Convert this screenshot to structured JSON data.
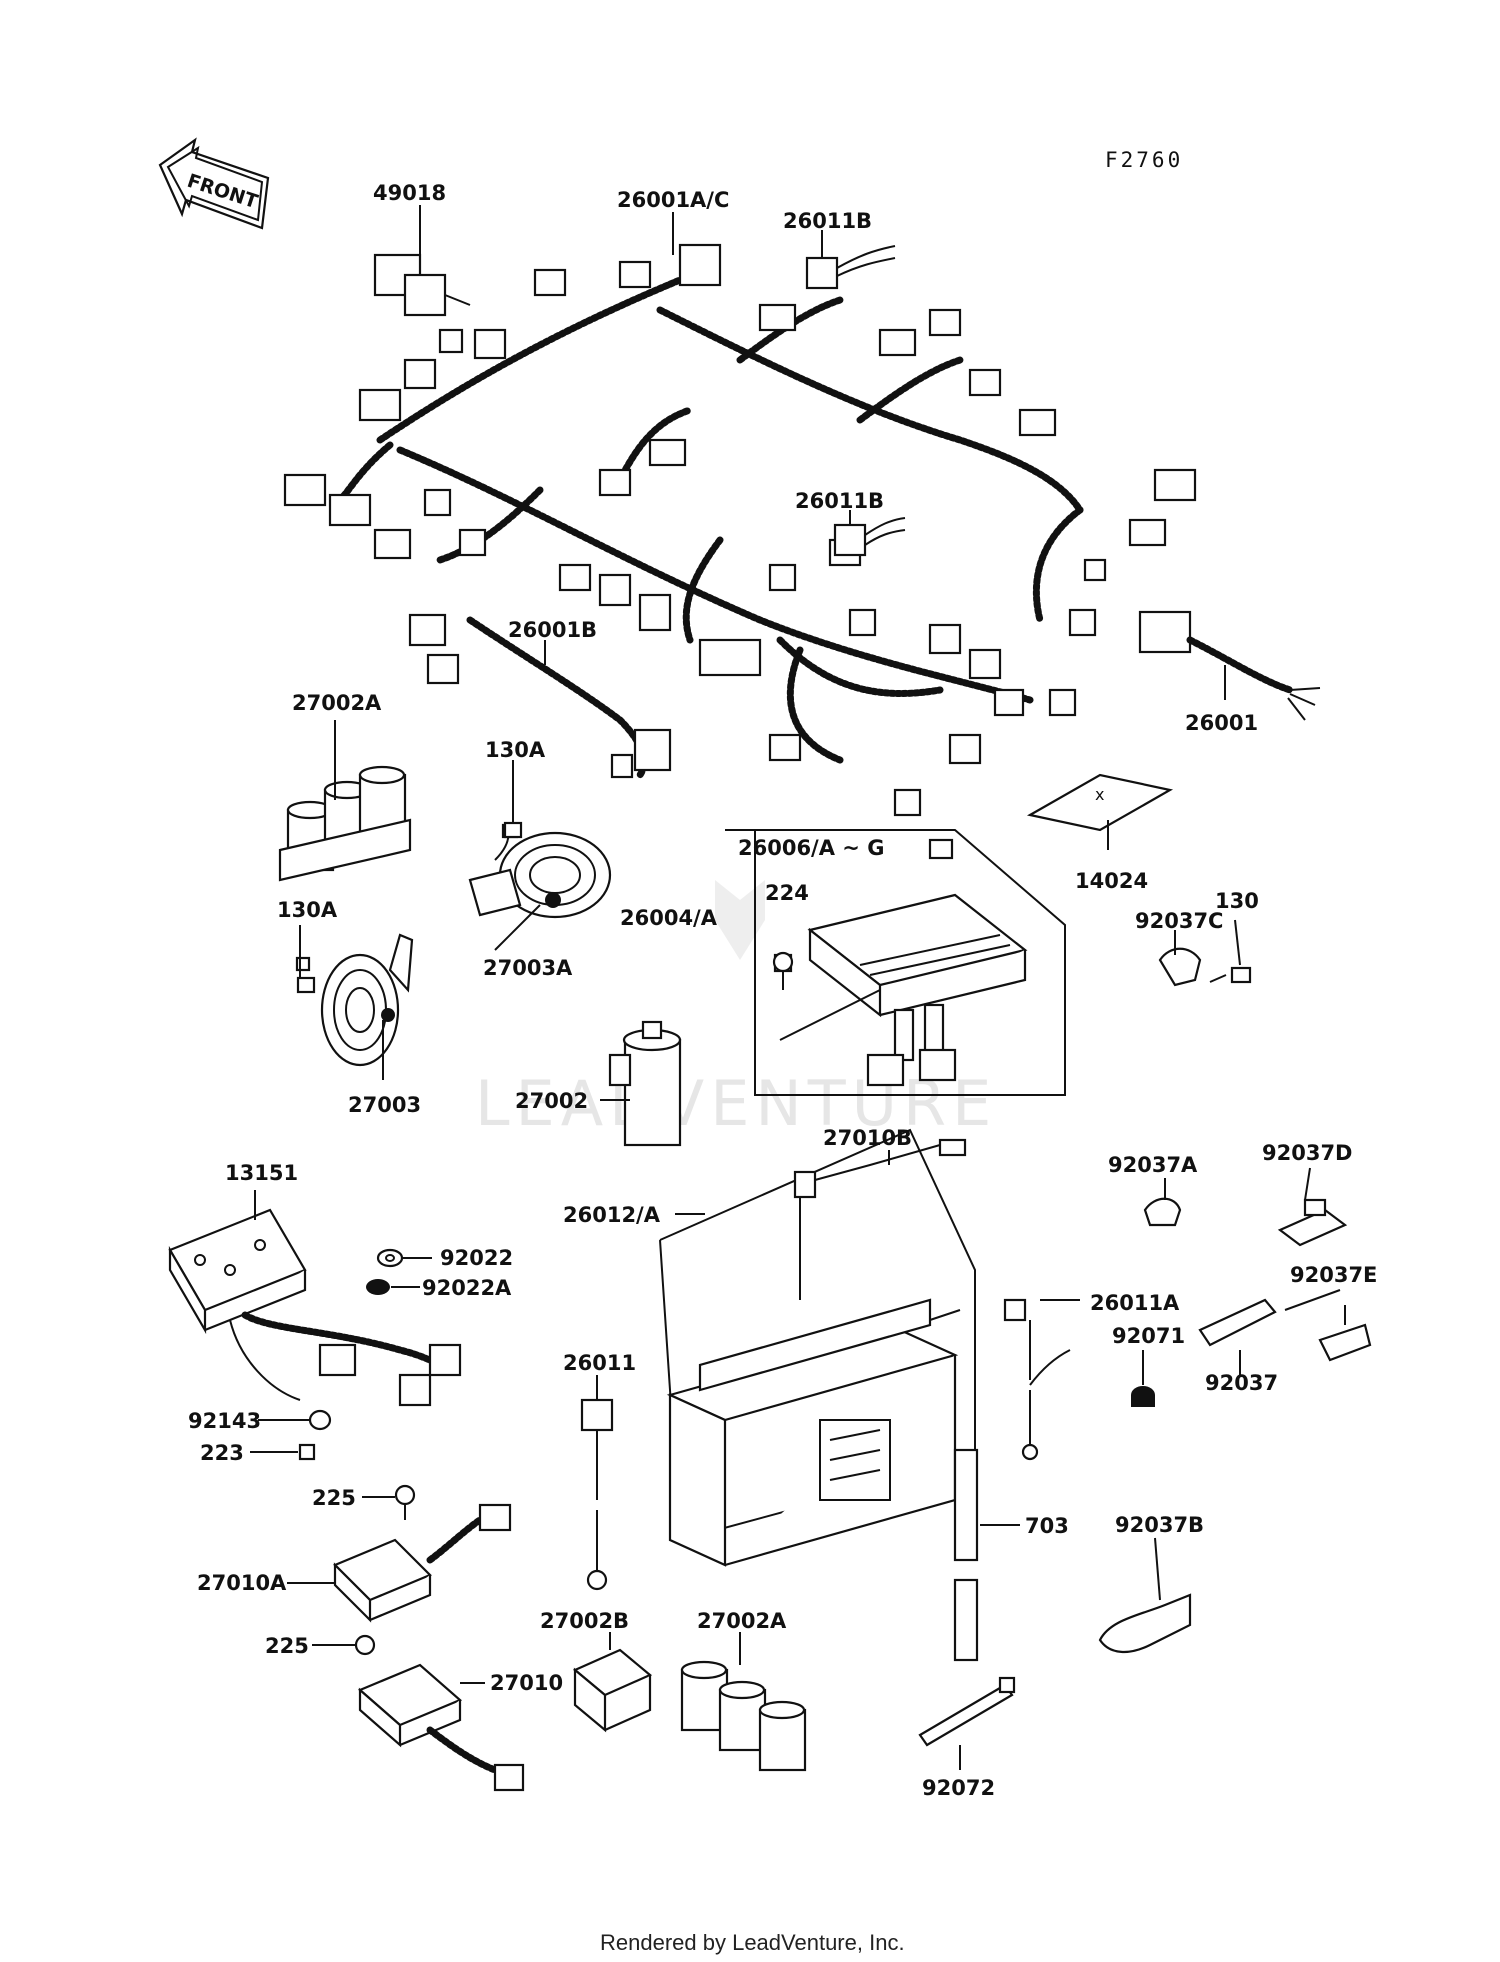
{
  "diagram": {
    "code": "F2760",
    "front_arrow": "FRONT",
    "watermark": "LEADVENTURE",
    "footer": "Rendered by LeadVenture, Inc.",
    "labels": [
      {
        "id": "49018",
        "text": "49018"
      },
      {
        "id": "26001AC",
        "text": "26001A/C"
      },
      {
        "id": "26011B-top",
        "text": "26011B"
      },
      {
        "id": "26011B-mid",
        "text": "26011B"
      },
      {
        "id": "26001B",
        "text": "26001B"
      },
      {
        "id": "26001",
        "text": "26001"
      },
      {
        "id": "27002A-top",
        "text": "27002A"
      },
      {
        "id": "130A-top",
        "text": "130A"
      },
      {
        "id": "130A-left",
        "text": "130A"
      },
      {
        "id": "27003A",
        "text": "27003A"
      },
      {
        "id": "27003",
        "text": "27003"
      },
      {
        "id": "27002",
        "text": "27002"
      },
      {
        "id": "26006AG",
        "text": "26006/A ~ G"
      },
      {
        "id": "224",
        "text": "224"
      },
      {
        "id": "26004A",
        "text": "26004/A"
      },
      {
        "id": "14024",
        "text": "14024"
      },
      {
        "id": "130",
        "text": "130"
      },
      {
        "id": "92037C",
        "text": "92037C"
      },
      {
        "id": "13151",
        "text": "13151"
      },
      {
        "id": "92022",
        "text": "92022"
      },
      {
        "id": "92022A",
        "text": "92022A"
      },
      {
        "id": "27010B",
        "text": "27010B"
      },
      {
        "id": "26012A",
        "text": "26012/A"
      },
      {
        "id": "92037A",
        "text": "92037A"
      },
      {
        "id": "92037D",
        "text": "92037D"
      },
      {
        "id": "26011A",
        "text": "26011A"
      },
      {
        "id": "92037E",
        "text": "92037E"
      },
      {
        "id": "92071",
        "text": "92071"
      },
      {
        "id": "92037",
        "text": "92037"
      },
      {
        "id": "26011",
        "text": "26011"
      },
      {
        "id": "92143",
        "text": "92143"
      },
      {
        "id": "223",
        "text": "223"
      },
      {
        "id": "225-top",
        "text": "225"
      },
      {
        "id": "703",
        "text": "703"
      },
      {
        "id": "92037B",
        "text": "92037B"
      },
      {
        "id": "27010A",
        "text": "27010A"
      },
      {
        "id": "27002B",
        "text": "27002B"
      },
      {
        "id": "27002A-bottom",
        "text": "27002A"
      },
      {
        "id": "225-bottom",
        "text": "225"
      },
      {
        "id": "27010",
        "text": "27010"
      },
      {
        "id": "92072",
        "text": "92072"
      }
    ]
  }
}
